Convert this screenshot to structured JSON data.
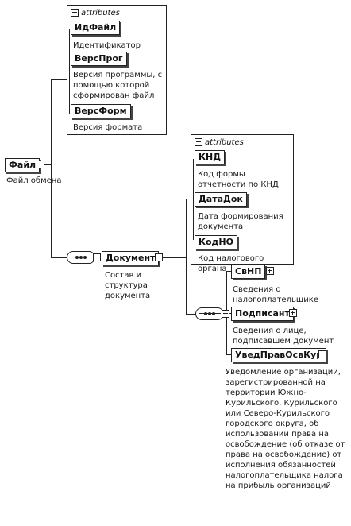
{
  "attributes_label": "attributes",
  "root": {
    "name": "Файл",
    "description": "Файл обмена"
  },
  "root_attributes": [
    {
      "name": "ИдФайл",
      "description": "Идентификатор файла"
    },
    {
      "name": "ВерсПрог",
      "description": "Версия программы, с помощью которой сформирован файл"
    },
    {
      "name": "ВерсФорм",
      "description": "Версия формата"
    }
  ],
  "document": {
    "name": "Документ",
    "description": "Состав и структура документа"
  },
  "document_attributes": [
    {
      "name": "КНД",
      "description": "Код формы отчетности по КНД"
    },
    {
      "name": "ДатаДок",
      "description": "Дата формирования документа"
    },
    {
      "name": "КодНО",
      "description": "Код налогового органа"
    }
  ],
  "document_children": [
    {
      "name": "СвНП",
      "description": "Сведения о налогоплательщике"
    },
    {
      "name": "Подписант",
      "description": "Сведения о лице, подписавшем документ"
    },
    {
      "name": "УведПравОсвКур",
      "description": "Уведомление организации, зарегистрированной на территории Южно-Курильского, Курильского или Северо-Курильского городского округа, об использовании права на освобождение (об отказе от права на освобождение) от исполнения обязанностей налогоплательщика налога на прибыль организаций"
    }
  ]
}
